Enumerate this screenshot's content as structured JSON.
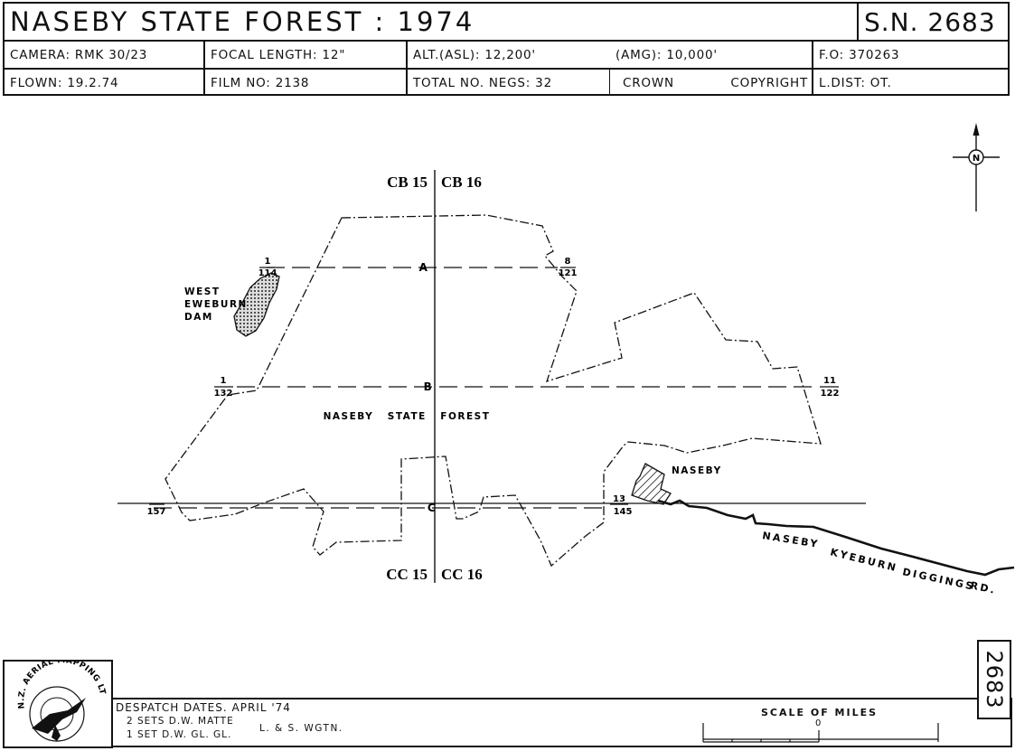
{
  "header": {
    "title": "NASEBY  STATE  FOREST  :  1974",
    "sn": "S.N. 2683",
    "camera": "CAMERA:  RMK 30/23",
    "focal_length": "FOCAL  LENGTH:  12\"",
    "alt_asl": "ALT.(ASL):  12,200'",
    "alt_amg": "(AMG):  10,000'",
    "fo": "F.O:  370263",
    "flown": "FLOWN:  19.2.74",
    "film_no": "FILM  NO: 2138",
    "total_negs": "TOTAL  NO.  NEGS: 32",
    "crown": "CROWN",
    "copyright": "COPYRIGHT",
    "l_dist": "L.DIST:  OT."
  },
  "map": {
    "sheet_top_left": "CB 15",
    "sheet_top_right": "CB 16",
    "sheet_bottom_left": "CC 15",
    "sheet_bottom_right": "CC 16",
    "north": "N",
    "run_a": "A",
    "run_b": "B",
    "run_c": "C",
    "run_a_start_top": "1",
    "run_a_start_bottom": "114",
    "run_a_end_top": "8",
    "run_a_end_bottom": "121",
    "run_b_start_top": "1",
    "run_b_start_bottom": "132",
    "run_b_end_top": "11",
    "run_b_end_bottom": "122",
    "run_c_start_bottom": "157",
    "run_c_end_top": "13",
    "run_c_end_bottom": "145",
    "dam_line1": "WEST",
    "dam_line2": "EWEBURN",
    "dam_line3": "DAM",
    "forest_label": "NASEBY   STATE   FOREST",
    "town_label": "NASEBY",
    "road_1": "NASEBY",
    "road_2": "KYEBURN",
    "road_3": "DIGGINGS",
    "road_4": "RD."
  },
  "footer": {
    "logo_text": "N.Z. AERIAL MAPPING LTD.",
    "despatch": "DESPATCH  DATES.  APRIL '74",
    "sets_matte": "2 SETS  D.W. MATTE",
    "set_gl": "1 SET  D.W. GL. GL.",
    "lsw": "L. & S.  WGTN.",
    "scale_title": "SCALE  OF  MILES",
    "scale_zero": "0",
    "sn_side": "2683"
  }
}
